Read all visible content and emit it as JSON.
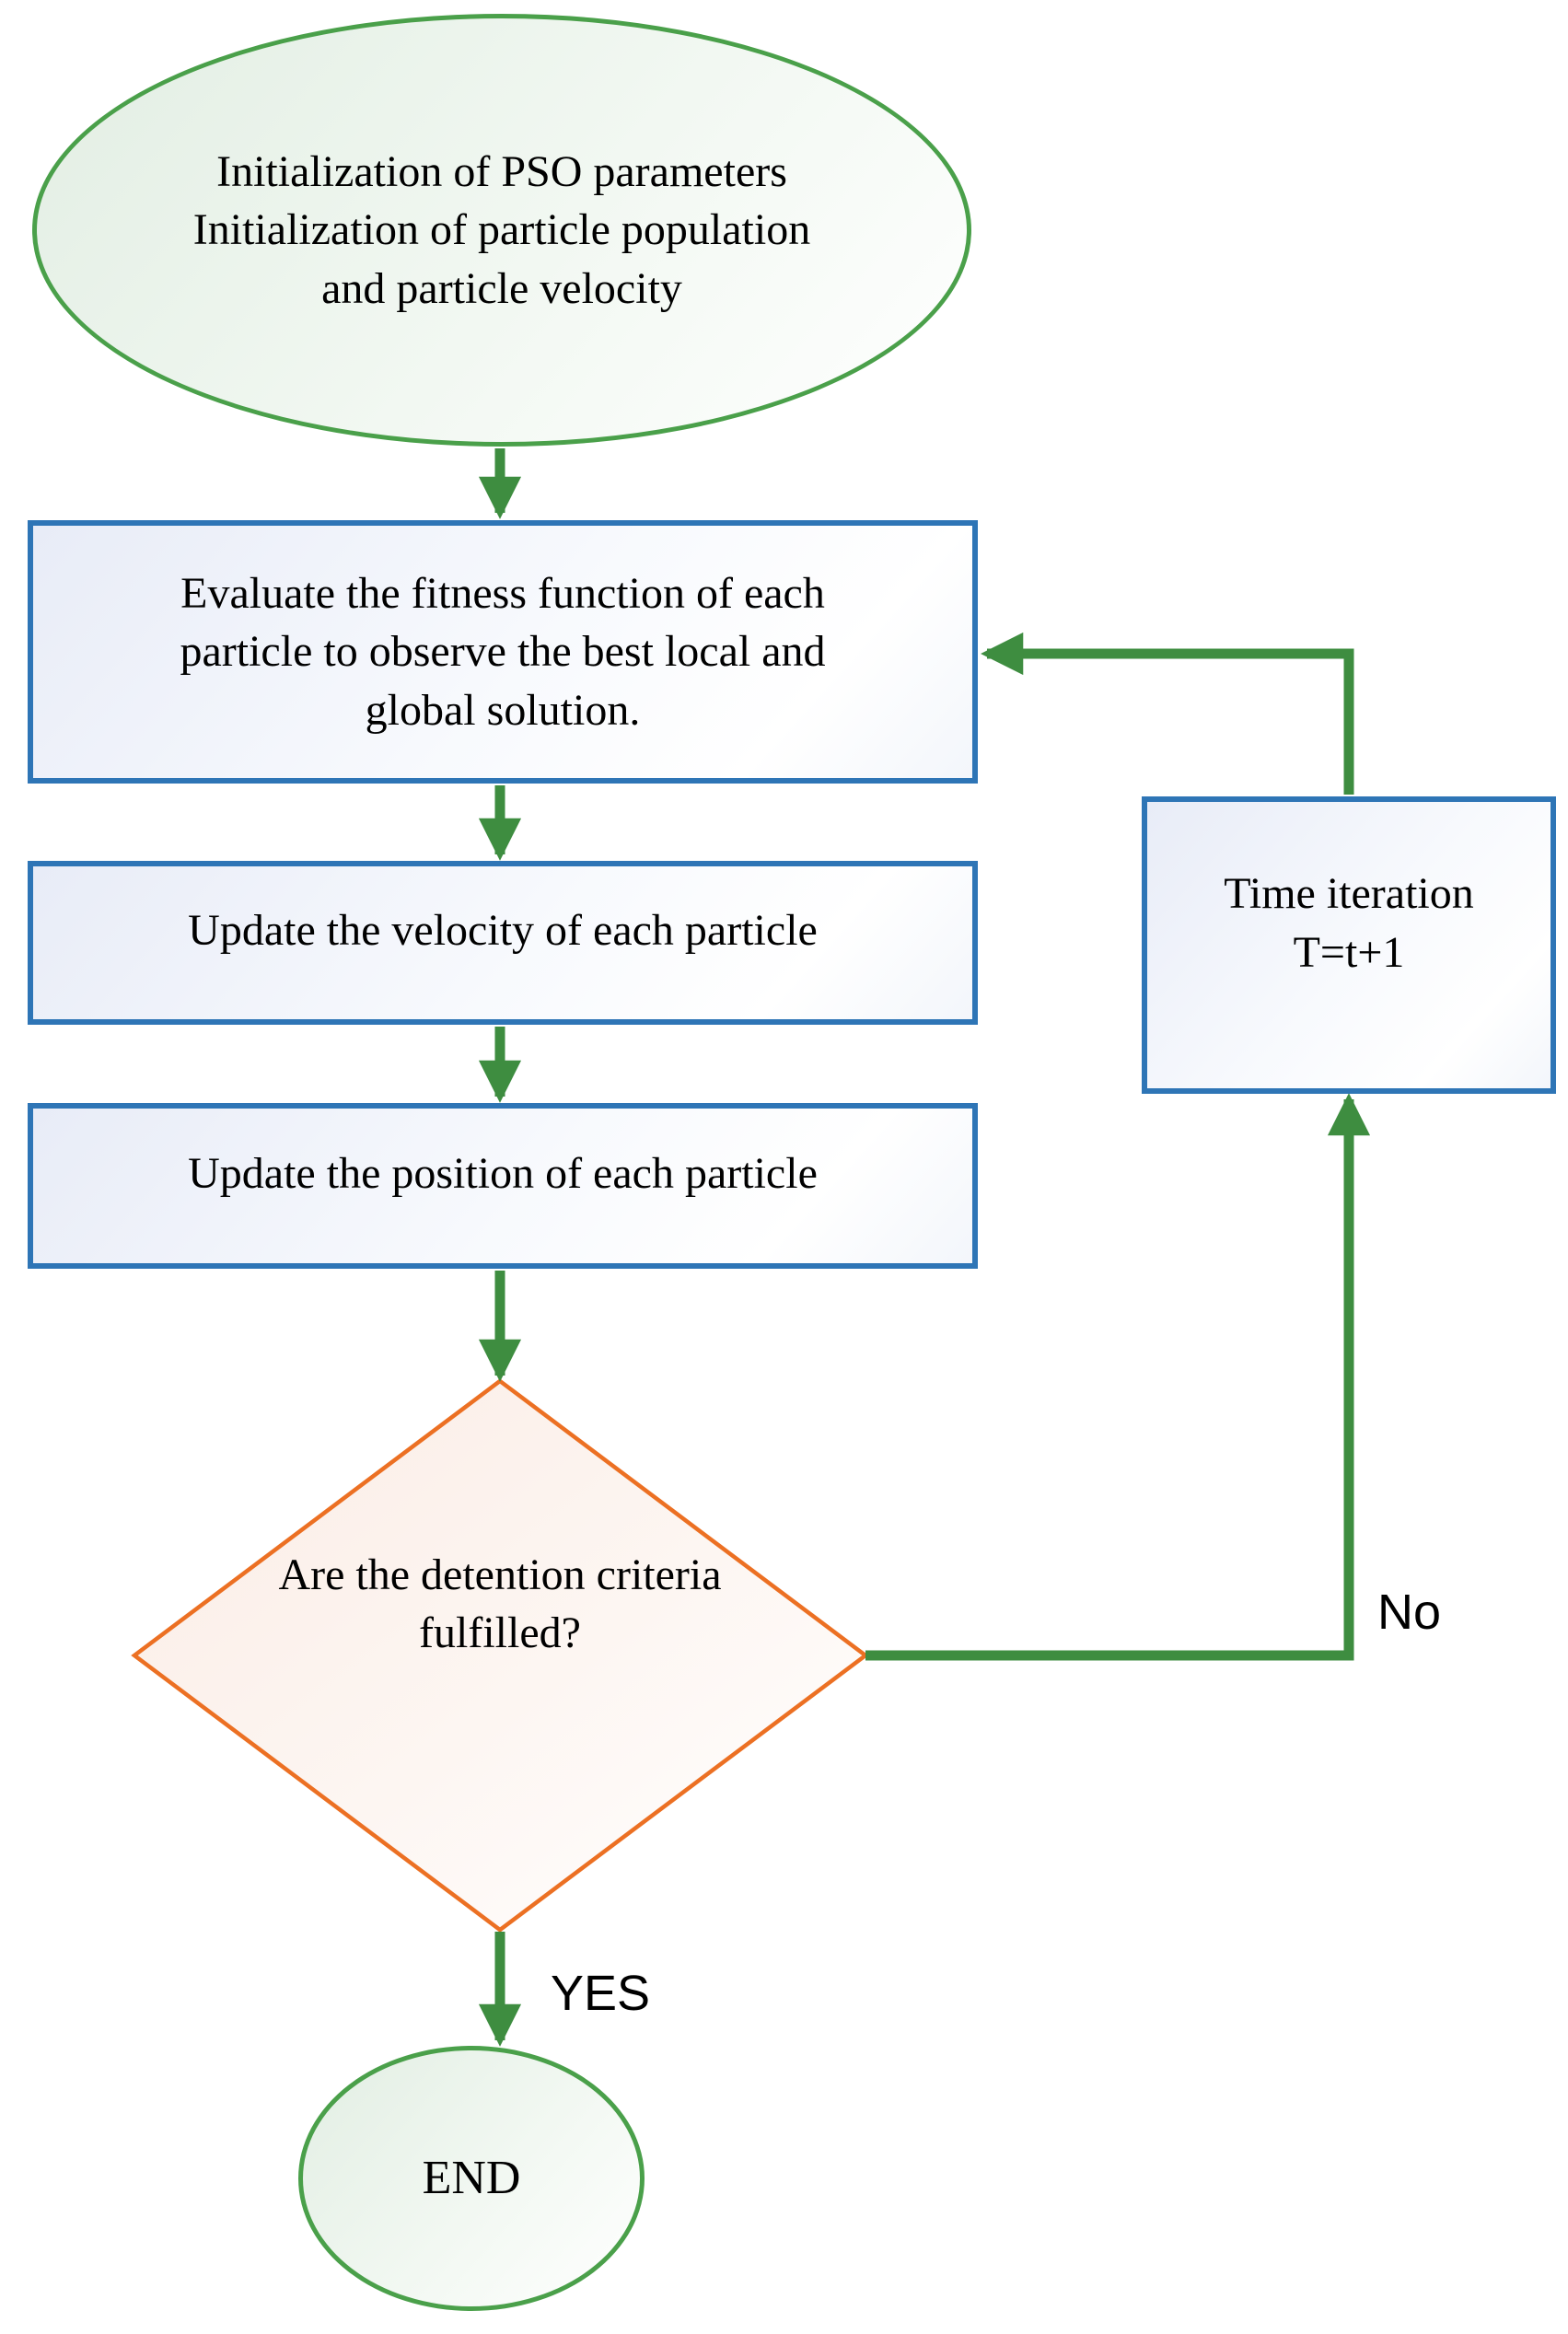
{
  "nodes": {
    "start": {
      "lines": [
        "Initialization of PSO parameters",
        "Initialization of particle population",
        "and particle velocity"
      ]
    },
    "evaluate": {
      "lines": [
        "Evaluate the fitness function of each",
        "particle to observe the best local and",
        "global solution."
      ]
    },
    "update_velocity": {
      "lines": [
        "Update the velocity of each particle"
      ]
    },
    "update_position": {
      "lines": [
        "Update the position of each particle"
      ]
    },
    "decision": {
      "lines": [
        "Are the detention criteria",
        "fulfilled?"
      ]
    },
    "time_iteration": {
      "lines": [
        "Time iteration",
        "T=t+1"
      ]
    },
    "end": {
      "lines": [
        "END"
      ]
    }
  },
  "edge_labels": {
    "yes": "YES",
    "no": "No"
  },
  "colors": {
    "connector-green": "#3E8D40",
    "shape-green": "#4AA04A",
    "box-blue": "#2E75B6",
    "diamond-orange": "#EC7023",
    "text": "#000000"
  }
}
